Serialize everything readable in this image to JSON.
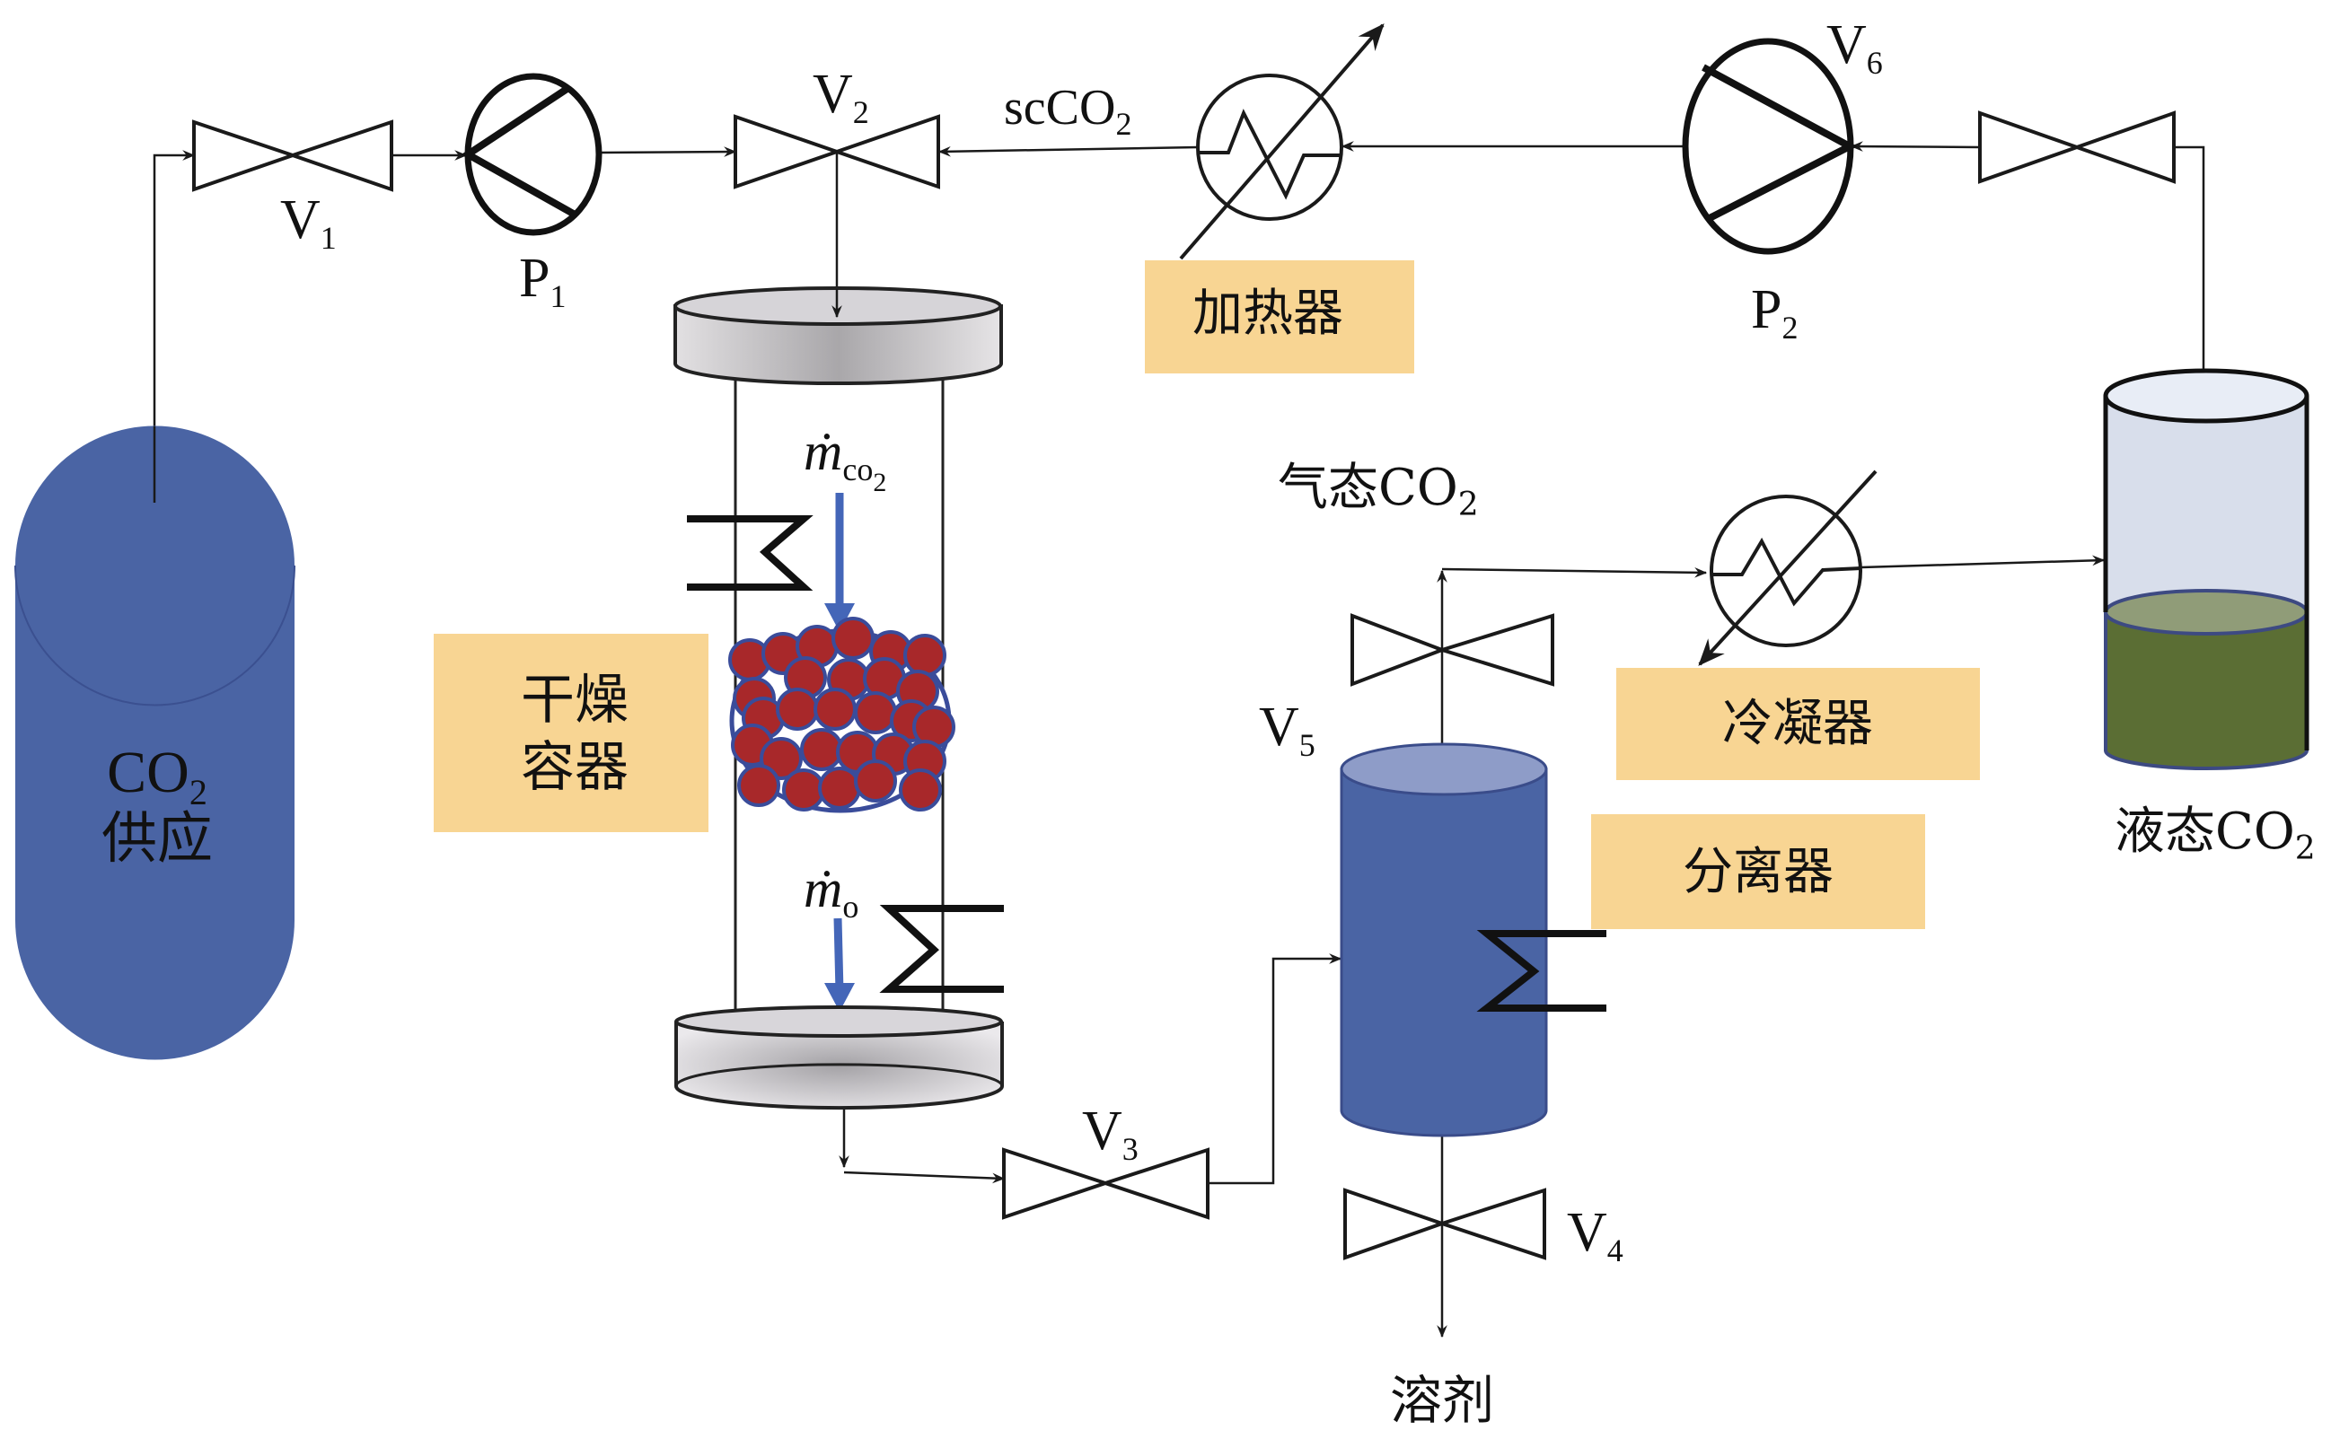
{
  "diagram": {
    "type": "process-flow",
    "title": "",
    "colors": {
      "co2_tank": "#4a64a4",
      "separator": "#4a64a4",
      "separator_top": "#8e9cc8",
      "label_box": "#f8d593",
      "particle": "#a8282a",
      "particle_outline": "#3a4c9a",
      "liquid": "#5b6e34",
      "liquid_surface": "#909c78",
      "tank_glass": "#d8deeb",
      "flow_arrow": "#4466b8"
    },
    "components": {
      "co2_supply": {
        "line1": "CO",
        "line1_sub": "2",
        "line2": "供应"
      },
      "v1": {
        "label": "V",
        "sub": "1"
      },
      "p1": {
        "label": "P",
        "sub": "1"
      },
      "v2": {
        "label": "V",
        "sub": "2"
      },
      "scco2": {
        "label": "scCO",
        "sub": "2"
      },
      "heater": {
        "label": "加热器"
      },
      "p2": {
        "label": "P",
        "sub": "2"
      },
      "v6": {
        "label": "V",
        "sub": "6"
      },
      "dryer": {
        "line1": "干燥",
        "line2": "容器"
      },
      "mdot_co2": {
        "symbol": "ṁ",
        "sub": "co",
        "subsub": "2"
      },
      "mdot_o": {
        "symbol": "ṁ",
        "sub": "o"
      },
      "v3": {
        "label": "V",
        "sub": "3"
      },
      "gas_co2": {
        "label": "气态CO",
        "sub": "2"
      },
      "condenser": {
        "label": "冷凝器"
      },
      "v5": {
        "label": "V",
        "sub": "5"
      },
      "separator": {
        "label": "分离器"
      },
      "v4": {
        "label": "V",
        "sub": "4"
      },
      "solvent": {
        "label": "溶剂"
      },
      "liquid_co2": {
        "label": "液态CO",
        "sub": "2"
      }
    },
    "liquid_level_fraction": 0.4
  }
}
